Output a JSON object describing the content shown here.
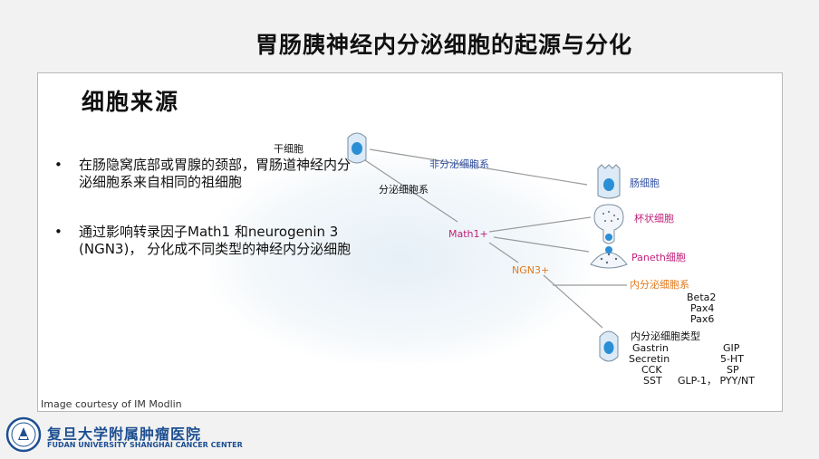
{
  "slide": {
    "title": "胃肠胰神经内分泌细胞的起源与分化"
  },
  "content": {
    "heading": "细胞来源",
    "bullets": [
      {
        "mark": "•",
        "text": "在肠隐窝底部或胃腺的颈部，胃肠道神经内分泌细胞系来自相同的祖细胞"
      },
      {
        "mark": "•",
        "text": "通过影响转录因子Math1 和neurogenin 3 (NGN3)， 分化成不同类型的神经内分泌细胞"
      }
    ],
    "credit": "Image courtesy of IM Modlin"
  },
  "diagram": {
    "stem_cell": "干细胞",
    "non_secretory": "非分泌细胞系",
    "secretory": "分泌细胞系",
    "math1": "Math1+",
    "ngn3": "NGN3+",
    "enterocyte": "肠细胞",
    "goblet": "杯状细胞",
    "paneth": "Paneth细胞",
    "endocrine_line": "内分泌细胞系",
    "factors": [
      "Beta2",
      "Pax4",
      "Pax6"
    ],
    "types_title": "内分泌细胞类型",
    "types_rows": [
      [
        "Gastrin",
        "GIP"
      ],
      [
        "Secretin",
        "5-HT"
      ],
      [
        "CCK",
        "SP"
      ],
      [
        "SST",
        "GLP-1， PYY/NT"
      ]
    ],
    "colors": {
      "blue_label": "#2f4fa0",
      "magenta_label": "#c0207a",
      "orange_label": "#e07a20",
      "line": "#9a9a9a",
      "cell_fill": "#dbeaf6",
      "nucleus": "#2b8fd6"
    }
  },
  "footer": {
    "institution_cn": "复旦大学附属肿瘤医院",
    "institution_en": "FUDAN UNIVERSITY SHANGHAI CANCER CENTER"
  }
}
